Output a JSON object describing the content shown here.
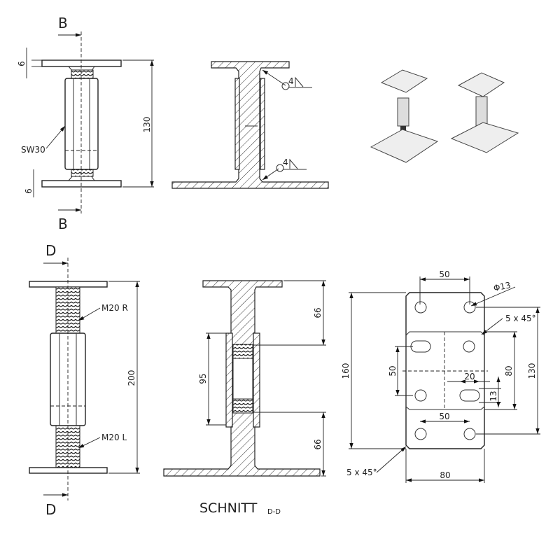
{
  "section_labels": {
    "b_top": "B",
    "b_bottom": "B",
    "d_top": "D",
    "d_bottom": "D"
  },
  "view_b": {
    "plate_thickness_top": "6",
    "plate_thickness_bottom": "6",
    "height": "130",
    "wrench_size": "SW30"
  },
  "section_b": {
    "weld_top": "4",
    "weld_bottom": "4"
  },
  "view_d": {
    "thread_right": "M20 R",
    "thread_left": "M20 L",
    "height": "200"
  },
  "section_d": {
    "top_length": "66",
    "nut_length": "95",
    "bottom_length": "66",
    "title": "SCHNITT",
    "title_sub": "D-D"
  },
  "plate": {
    "hole_spacing_top": "50",
    "hole_diameter": "Φ13",
    "chamfer_top": "5 x 45°",
    "plate_length": "160",
    "outer_hole_spacing": "130",
    "inner_plate_length": "80",
    "inner_hole_spacing_v": "50",
    "slot_length": "20",
    "slot_width": "13",
    "inner_hole_spacing_h": "50",
    "plate_width": "80",
    "chamfer_bottom": "5 x 45°"
  }
}
